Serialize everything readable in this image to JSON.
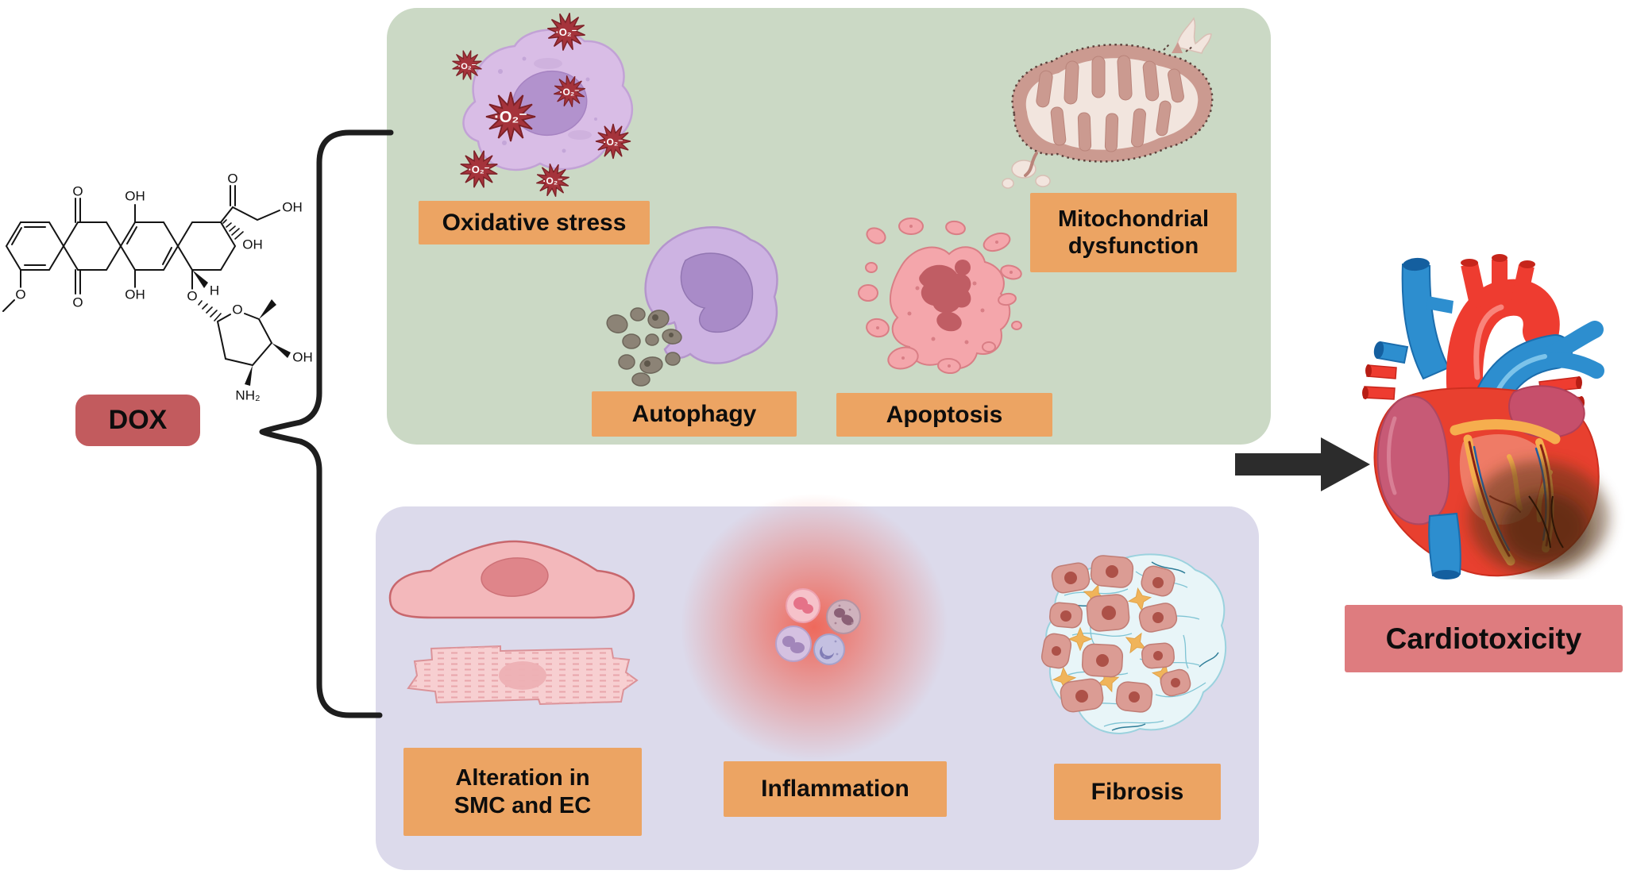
{
  "labels": {
    "dox": "DOX",
    "oxidative": "Oxidative stress",
    "autophagy": "Autophagy",
    "apoptosis": "Apoptosis",
    "mitochondrial": "Mitochondrial dysfunction",
    "smc_ec": "Alteration in SMC and EC",
    "inflammation": "Inflammation",
    "fibrosis": "Fibrosis",
    "cardiotoxicity": "Cardiotoxicity"
  },
  "ros_symbol": "·O₂⁻",
  "molecule": {
    "name": "doxorubicin chemical structure",
    "atoms": [
      "O",
      "OH",
      "O",
      "OH",
      "OH",
      "H",
      "O",
      "OH",
      "O",
      "O",
      "O",
      "OH",
      "NH₂"
    ]
  },
  "colors": {
    "panel_upper": "#cbd9c5",
    "panel_lower": "#dcdaeb",
    "label_bg": "#eca463",
    "dox_bg": "#c25b5e",
    "cardiotoxicity_bg": "#de7c7f",
    "ros_star": "#a5333b",
    "arrow": "#2c2c2c",
    "brace": "#1e1e1e"
  }
}
